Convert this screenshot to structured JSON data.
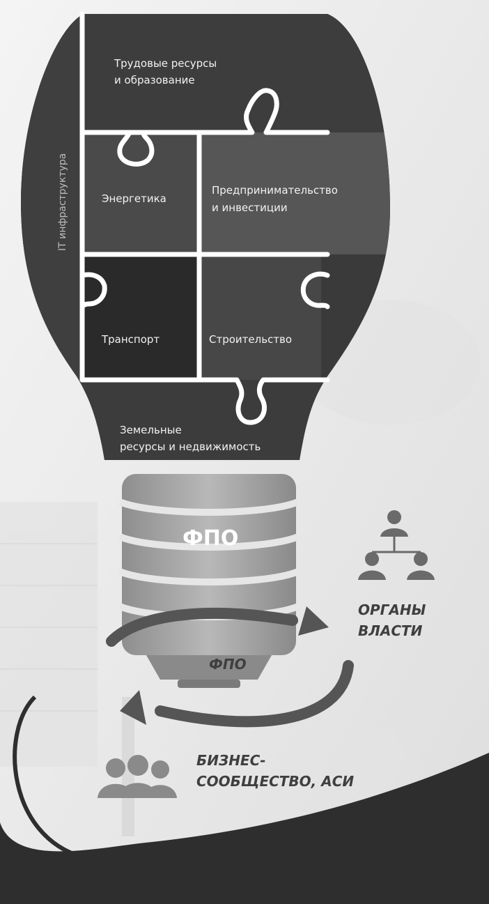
{
  "sectors": {
    "labor": [
      "Трудовые ресурсы",
      "и образование"
    ],
    "it": "IT инфраструктура",
    "energy": "Энергетика",
    "enterprise": [
      "Предпринимательство",
      "и инвестиции"
    ],
    "transport": "Транспорт",
    "construction": "Строительство",
    "land": [
      "Земельные",
      "ресурсы и недвижимость"
    ]
  },
  "base_label": "ФПО",
  "cycle_label": "ФПО",
  "actors": {
    "authorities": [
      "ОРГАНЫ",
      "ВЛАСТИ"
    ],
    "business": [
      "БИЗНЕС-",
      "СООБЩЕСТВО, АСИ"
    ]
  },
  "icons": [
    "org-chart-icon",
    "people-group-icon"
  ],
  "colors": {
    "bulb_dark": "#3a3a3a",
    "piece_mid": "#4a4a4a",
    "piece_darkest": "#2a2a2a",
    "piece_light": "#565656",
    "outline": "#ffffff",
    "background": "#ececec",
    "arrow": "#555555",
    "wave": "#2e2e2e"
  }
}
